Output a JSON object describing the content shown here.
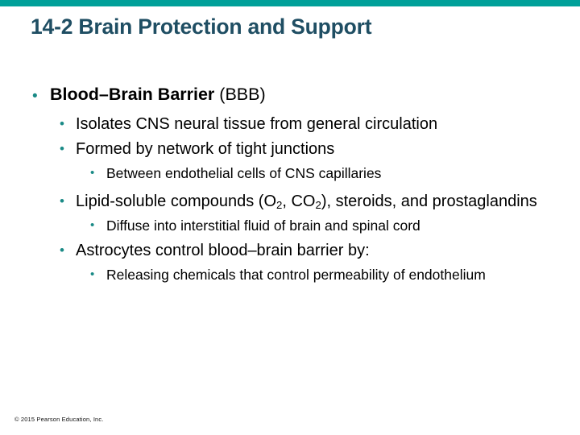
{
  "slide": {
    "title": "14-2 Brain Protection and Support",
    "accent_color": "#00a099",
    "title_color": "#1f4e63",
    "bullet_color": "#1a8a86",
    "text_color": "#000000",
    "background_color": "#ffffff"
  },
  "content": {
    "bullets": [
      {
        "level": 1,
        "marker": "•",
        "text_bold": "Blood–Brain Barrier ",
        "text_regular": "(BBB)"
      },
      {
        "level": 2,
        "marker": "•",
        "text": "Isolates CNS neural tissue from general circulation"
      },
      {
        "level": 2,
        "marker": "•",
        "text": "Formed by network of tight junctions"
      },
      {
        "level": 3,
        "marker": "•",
        "text": "Between endothelial cells of CNS capillaries"
      },
      {
        "level": 2,
        "marker": "•",
        "text_part1": "Lipid-soluble compounds (O",
        "sub1": "2",
        "text_part2": ", CO",
        "sub2": "2",
        "text_part3": "), steroids, and prostaglandins"
      },
      {
        "level": 3,
        "marker": "•",
        "text": "Diffuse into interstitial fluid of brain and spinal cord"
      },
      {
        "level": 2,
        "marker": "•",
        "text": "Astrocytes control blood–brain barrier by:"
      },
      {
        "level": 3,
        "marker": "•",
        "text": "Releasing chemicals that control permeability of endothelium"
      }
    ]
  },
  "footer": {
    "copyright": "© 2015 Pearson Education, Inc."
  }
}
